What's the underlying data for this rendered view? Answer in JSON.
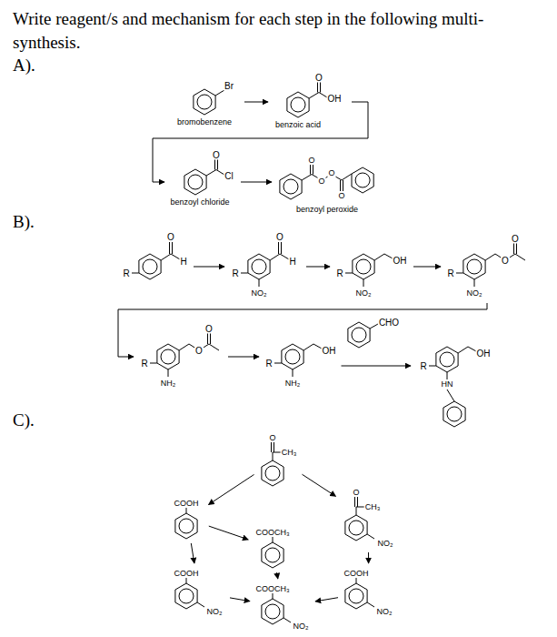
{
  "diagram": {
    "title": "Write reagent/s and mechanism for each step in the following multi-synthesis.",
    "nodes": [
      {
        "text": [
          "Br",
          "bromobenzene"
        ]
      },
      {
        "text": [
          "O",
          "OH",
          "benzoic acid"
        ]
      },
      {
        "text": [
          "O",
          "Cl",
          "benzoyl chloride"
        ]
      },
      {
        "text": [
          "O",
          "O",
          "O",
          "O",
          "benzoyl peroxide"
        ]
      },
      {
        "text": [
          "R",
          "O",
          "H"
        ]
      },
      {
        "text": [
          "R",
          "O",
          "H",
          "NO₂"
        ]
      },
      {
        "text": [
          "R",
          "OH",
          "NO₂"
        ]
      },
      {
        "text": [
          "R",
          "O",
          "O",
          "NO₂"
        ]
      },
      {
        "text": [
          "R",
          "O",
          "O",
          "NH₂"
        ]
      },
      {
        "text": [
          "R",
          "OH",
          "NH₂"
        ]
      },
      {
        "text": [
          "CHO"
        ]
      },
      {
        "text": [
          "R",
          "OH",
          "HN"
        ]
      },
      {
        "text": [
          "O",
          "CH₃"
        ]
      },
      {
        "text": [
          "COOH"
        ]
      },
      {
        "text": [
          "O",
          "CH₃",
          "NO₂"
        ]
      },
      {
        "text": [
          "COOCH₃"
        ]
      },
      {
        "text": [
          "COOH",
          "NO₂"
        ]
      },
      {
        "text": [
          "COOH",
          "NO₂"
        ]
      },
      {
        "text": [
          "COOCH₃",
          "NO₂"
        ]
      }
    ],
    "edges": [
      {
        "from": 0,
        "to": 1,
        "arrow": "to"
      },
      {
        "from": 1,
        "to": 2,
        "arrow": "to"
      },
      {
        "from": 2,
        "to": 3,
        "arrow": "to"
      },
      {
        "from": 4,
        "to": 5,
        "arrow": "to"
      },
      {
        "from": 5,
        "to": 6,
        "arrow": "to"
      },
      {
        "from": 6,
        "to": 7,
        "arrow": "to"
      },
      {
        "from": 7,
        "to": 8,
        "arrow": "to"
      },
      {
        "from": 8,
        "to": 9,
        "arrow": "to"
      },
      {
        "from": 9,
        "to": 11,
        "arrow": "to"
      },
      {
        "from": 12,
        "to": 13,
        "arrow": "to"
      },
      {
        "from": 12,
        "to": 14,
        "arrow": "to"
      },
      {
        "from": 13,
        "to": 16,
        "arrow": "to"
      },
      {
        "from": 13,
        "to": 15,
        "arrow": "to"
      },
      {
        "from": 14,
        "to": 17,
        "arrow": "to"
      },
      {
        "from": 15,
        "to": 18,
        "arrow": "to"
      },
      {
        "from": 16,
        "to": 18,
        "arrow": "to"
      },
      {
        "from": 17,
        "to": 18,
        "arrow": "to"
      }
    ],
    "labels": [
      "A).",
      "B).",
      "C)."
    ]
  }
}
